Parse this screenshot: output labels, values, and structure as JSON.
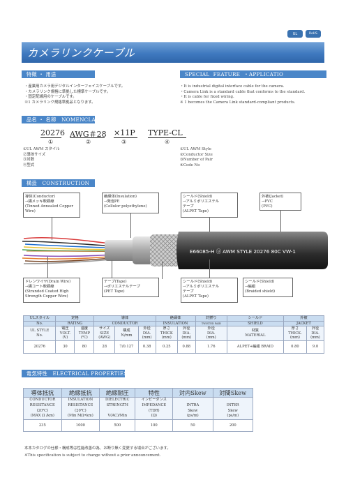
{
  "badges": {
    "ul": "UL",
    "rohs": "RoHS"
  },
  "title": "カメラリンクケーブル",
  "sections": {
    "feature_jp": "特徴 ・ 用途",
    "feature_en": "SPECIAL  FEATURE  ・APPLICATIO",
    "nomenclature": "品名 ・ 名称　NOMENCLATURE",
    "construction": "構造　CONSTRUCTION",
    "electrical": "電気特性　ELECTRICAL PROPERTIES"
  },
  "features_jp": [
    "・産業用カメラ用デジタルインターフェイスケーブルです。",
    "・カメラリンク規格に準拠した標準ケーブルです。",
    "・固定配線用のケーブルです。",
    "※1  カメラリンク規格準拠品となります。"
  ],
  "features_en": [
    "・It is industrial digital interface cable for the camera.",
    "・Camera Link is a standard cable that conforms to the standard.",
    "・It is cable for fixed wiring.",
    "※ 1 becomes the Camera Link standard-compliant products."
  ],
  "nomenclature": {
    "parts": [
      "20276",
      "AWG＃28",
      "×11P",
      "TYPE-CL"
    ],
    "nums": [
      "①",
      "②",
      "③",
      "④"
    ],
    "left": [
      "①UL AWM  スタイル",
      "②導体サイズ",
      "③対数",
      "④型式"
    ],
    "right": [
      "①UL AWM Style",
      "②Conductor Size",
      "③Number of  Pair",
      "④Code No"
    ]
  },
  "construction": {
    "conductor": [
      "導体(Conductor)",
      "→錫メッキ軟銅線",
      "(Tinned Annealed Copper",
      "Wire)"
    ],
    "insulation": [
      "絶縁体(Insulation)",
      "→発泡PE",
      "(Cellulor polyethylene)"
    ],
    "shield_top": [
      "シールド(Shield)",
      "→アルミポリエステル",
      "テープ",
      "(ALPET Tape)"
    ],
    "jacket": [
      "外被(Jacket)",
      "→PVC",
      "(PVC)"
    ],
    "drain": [
      "ドレンワイヤ(Drain Wire)",
      "→錫コート軟銅線",
      "(Stranded Coated High",
      "Strength Copper Wire)"
    ],
    "tape": [
      "テープ(Tape)",
      "→ポリエステルテープ",
      "(PET Tape)"
    ],
    "shield_mid": [
      "シールド(Shield)",
      "→アルミポリエステル",
      "テープ",
      "(ALPET Tape)"
    ],
    "shield_braid": [
      "シールド(Shield)",
      "→編組",
      "(Braided shield)"
    ],
    "cable_print": "E66085-H  ⓤ  AWM  STYLE  20276  80C  VW-1"
  },
  "spec_table": {
    "h1": [
      "ULスタイル",
      "定格",
      "導体",
      "絶縁体",
      "対撚り",
      "シールド",
      "外被"
    ],
    "h1b": [
      "No.",
      "RATING",
      "CONDUCTOR",
      "INSULATION",
      "TWISTED PAIR",
      "SHIELD",
      "JACKET"
    ],
    "h2": [
      [
        "UL  STYLE",
        "No."
      ],
      [
        "電圧",
        "VOLT.",
        "(V)"
      ],
      [
        "温度",
        "TEMP",
        "(℃)"
      ],
      [
        "サイズ",
        "SIZE",
        "(AWG)"
      ],
      [
        "構成",
        "N/mm"
      ],
      [
        "外径",
        "DIA.",
        "(mm)"
      ],
      [
        "厚さ",
        "THICK",
        "(mm)"
      ],
      [
        "外径",
        "DIA.",
        "(mm)"
      ],
      [
        "外径",
        "DIA.",
        "(mm)"
      ],
      [
        "材質",
        "MATERIAL"
      ],
      [
        "厚さ",
        "THICK.",
        "(mm)"
      ],
      [
        "外径",
        "DIA.",
        "(mm)"
      ]
    ],
    "row": [
      "20276",
      "30",
      "80",
      "28",
      "7/0.127",
      "0.38",
      "0.25",
      "0.88",
      "1.76",
      "ALPET+編組 BRAID",
      "0.80",
      "9.0"
    ]
  },
  "elec_table": {
    "h1": [
      "導体抵抗",
      "絶縁抵抗",
      "絶縁耐圧",
      "特性",
      "対内Skew",
      "対間Skew"
    ],
    "h2": [
      [
        "CONDUCTOR",
        "RESISTANCE",
        "(20℃)",
        "(MAX  Ω /km)"
      ],
      [
        "INSULATION",
        "RESISTANCE",
        "(20℃)",
        "(Min  MΩ•km)"
      ],
      [
        "DIELECTRIC",
        "STRENGTH",
        "",
        "V(AC)/Min"
      ],
      [
        "インピーダンス",
        "IMPEDANCE",
        "(TDR)",
        "(Ω)"
      ],
      [
        "",
        "INTRA",
        "Skew",
        "(ps/m)"
      ],
      [
        "",
        "INTER",
        "Skew",
        "(ps/m)"
      ]
    ],
    "row": [
      "235",
      "1000",
      "500",
      "100",
      "50",
      "200"
    ]
  },
  "footer": [
    "本本カタログの仕様・構成等は性能改善の為、お断り無く変更する場合がございます。",
    "※This specification is subject to change without a prior announcement."
  ]
}
